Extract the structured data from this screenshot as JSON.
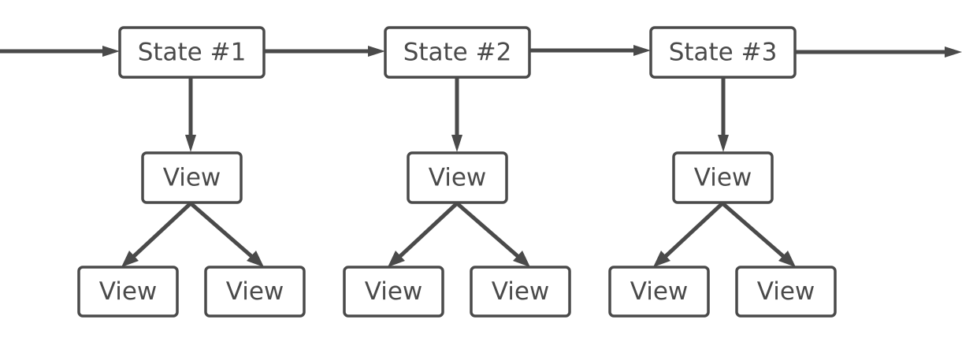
{
  "diagram": {
    "colors": {
      "stroke": "#4a4a4a",
      "text": "#4a4a4a",
      "background": "#ffffff"
    },
    "states": [
      {
        "label": "State #1",
        "view": {
          "label": "View"
        },
        "children": [
          {
            "label": "View"
          },
          {
            "label": "View"
          }
        ]
      },
      {
        "label": "State #2",
        "view": {
          "label": "View"
        },
        "children": [
          {
            "label": "View"
          },
          {
            "label": "View"
          }
        ]
      },
      {
        "label": "State #3",
        "view": {
          "label": "View"
        },
        "children": [
          {
            "label": "View"
          },
          {
            "label": "View"
          }
        ]
      }
    ]
  }
}
